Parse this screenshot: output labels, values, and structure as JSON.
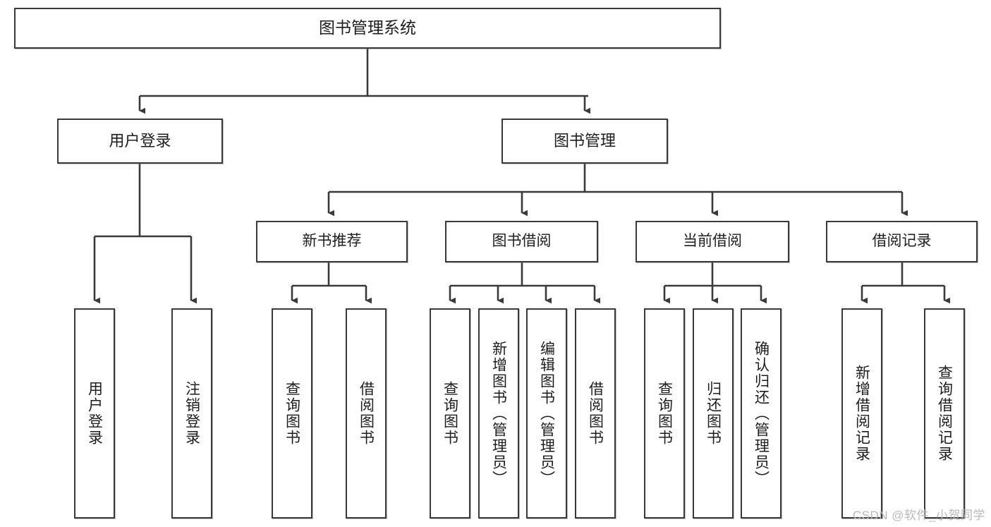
{
  "diagram": {
    "type": "tree-hierarchy",
    "title": "图书管理系统",
    "watermark": "CSDN @软件_小贺同学",
    "colors": {
      "stroke": "#3a3a3a",
      "fill": "#ffffff",
      "text": "#1d1d1d",
      "watermark": "#b9b9b9"
    },
    "nodes": {
      "root": {
        "label": "图书管理系统"
      },
      "level1": [
        {
          "label": "用户登录"
        },
        {
          "label": "图书管理"
        }
      ],
      "level2": [
        {
          "label": "新书推荐"
        },
        {
          "label": "图书借阅"
        },
        {
          "label": "当前借阅"
        },
        {
          "label": "借阅记录"
        }
      ],
      "leaves": {
        "user_login": [
          {
            "label": "用户登录"
          },
          {
            "label": "注销登录"
          }
        ],
        "new_book_recommend": [
          {
            "label": "查询图书"
          },
          {
            "label": "借阅图书"
          }
        ],
        "book_borrow": [
          {
            "label": "查询图书"
          },
          {
            "label": "新增图书（管理员）"
          },
          {
            "label": "编辑图书（管理员）"
          },
          {
            "label": "借阅图书"
          }
        ],
        "current_borrow": [
          {
            "label": "查询图书"
          },
          {
            "label": "归还图书"
          },
          {
            "label": "确认归还（管理员）"
          }
        ],
        "borrow_record": [
          {
            "label": "新增借阅记录"
          },
          {
            "label": "查询借阅记录"
          }
        ]
      }
    }
  }
}
